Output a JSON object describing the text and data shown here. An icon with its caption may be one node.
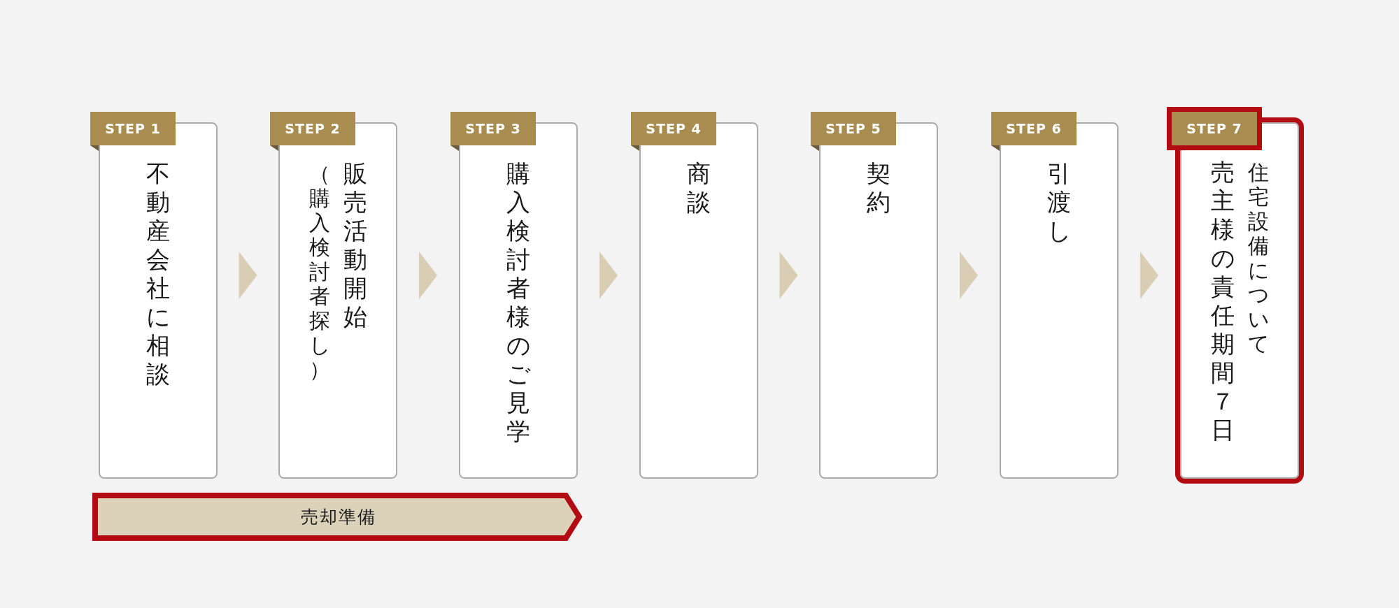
{
  "diagram": {
    "nodes": [
      {
        "text": [
          "STEP 1",
          "不動産会社に相談"
        ]
      },
      {
        "text": [
          "STEP 2",
          "販売活動開始（購入検討者探し）"
        ]
      },
      {
        "text": [
          "STEP 3",
          "購入検討者様のご見学"
        ]
      },
      {
        "text": [
          "STEP 4",
          "商談"
        ]
      },
      {
        "text": [
          "STEP 5",
          "契約"
        ]
      },
      {
        "text": [
          "STEP 6",
          "引渡し"
        ]
      },
      {
        "text": [
          "STEP 7",
          "住宅設備について売主様の責任期間７日"
        ]
      },
      {
        "text": [
          "売却準備"
        ]
      }
    ],
    "edges": [
      {
        "from": 0,
        "to": 1,
        "arrow": "to"
      },
      {
        "from": 1,
        "to": 2,
        "arrow": "to"
      },
      {
        "from": 2,
        "to": 3,
        "arrow": "to"
      },
      {
        "from": 3,
        "to": 4,
        "arrow": "to"
      },
      {
        "from": 4,
        "to": 5,
        "arrow": "to"
      },
      {
        "from": 5,
        "to": 6,
        "arrow": "to"
      }
    ]
  }
}
